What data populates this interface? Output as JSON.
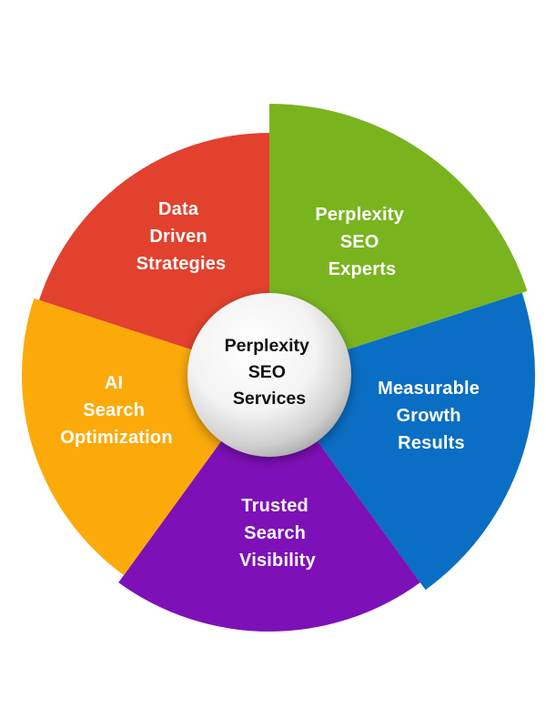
{
  "center": {
    "lines": [
      "Perplexity",
      "SEO",
      "Services"
    ]
  },
  "segments": [
    {
      "id": "perplexity-seo-experts",
      "lines": [
        "Perplexity",
        "SEO",
        "Experts"
      ],
      "color": "#79B41F"
    },
    {
      "id": "measurable-growth-results",
      "lines": [
        "Measurable",
        "Growth",
        "Results"
      ],
      "color": "#0A6EC4"
    },
    {
      "id": "trusted-search-visibility",
      "lines": [
        "Trusted",
        "Search",
        "Visibility"
      ],
      "color": "#7E10B8"
    },
    {
      "id": "ai-search-optimization",
      "lines": [
        "AI",
        "Search",
        "Optimization"
      ],
      "color": "#FCAA0A"
    },
    {
      "id": "data-driven-strategies",
      "lines": [
        "Data",
        "Driven",
        "Strategies"
      ],
      "color": "#E2412E"
    }
  ]
}
